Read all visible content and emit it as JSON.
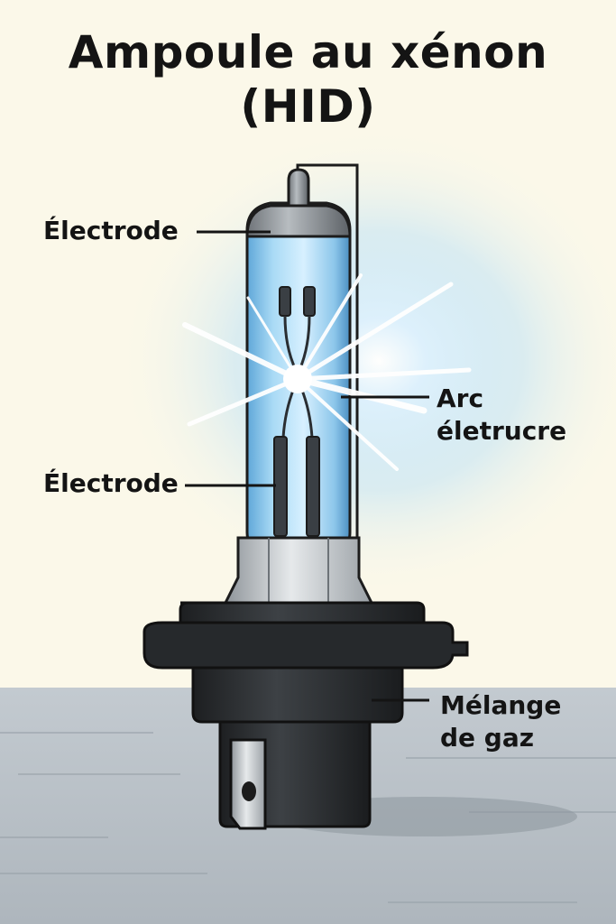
{
  "title": {
    "line1": "Ampoule au xénon",
    "line2": "(HID)"
  },
  "labels": {
    "electrode_top": "Électrode",
    "electrode_bottom": "Électrode",
    "arc_line1": "Arc",
    "arc_line2": "életrucre",
    "gas_line1": "Mélange",
    "gas_line2": "de gaz"
  },
  "colors": {
    "background": "#fbf8e9",
    "floor": "#b9c1c8",
    "glass": "#9fd3ef",
    "glow": "#e9f6ff",
    "base": "#2b2e31"
  }
}
